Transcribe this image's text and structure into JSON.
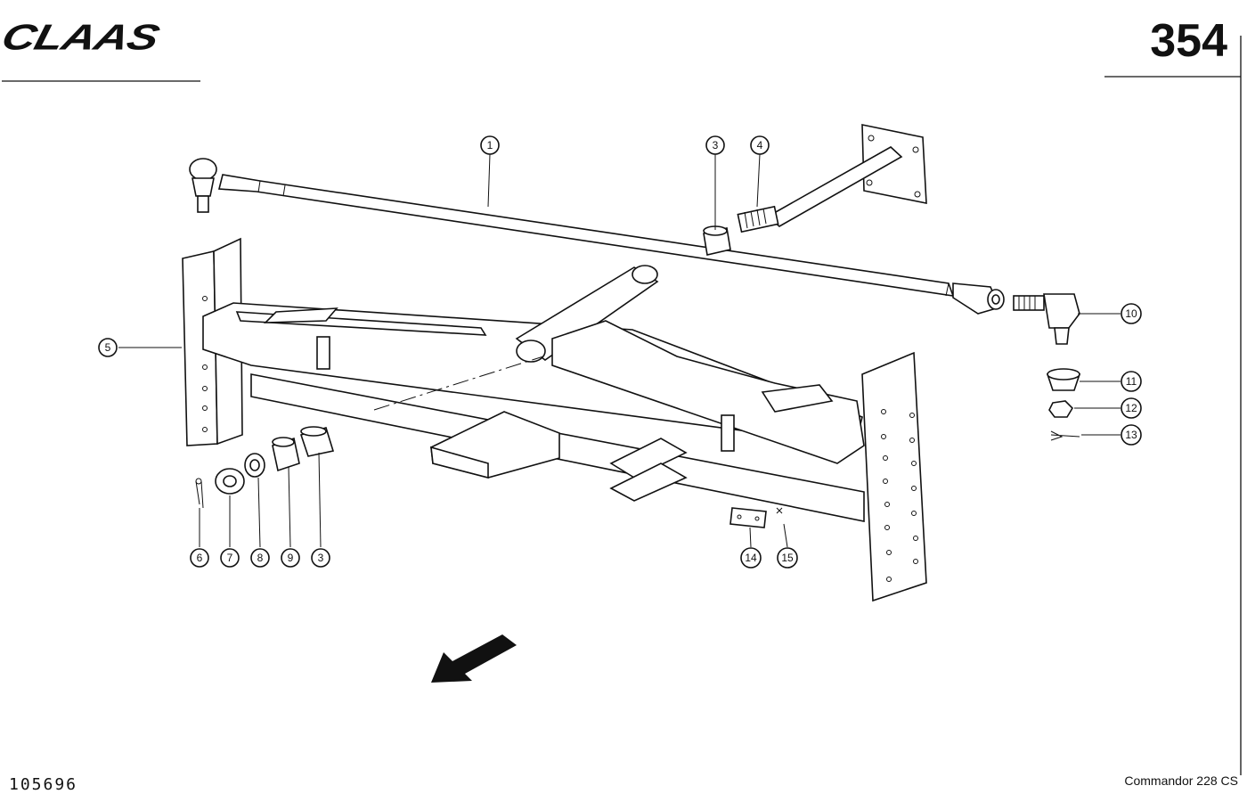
{
  "header": {
    "brand": "CLAAS",
    "page_number": "354"
  },
  "footer": {
    "document_number": "105696",
    "model": "Commandor 228 CS"
  },
  "callouts": [
    "1",
    "3",
    "4",
    "5",
    "10",
    "11",
    "12",
    "13",
    "6",
    "7",
    "8",
    "9",
    "3",
    "14",
    "15"
  ]
}
